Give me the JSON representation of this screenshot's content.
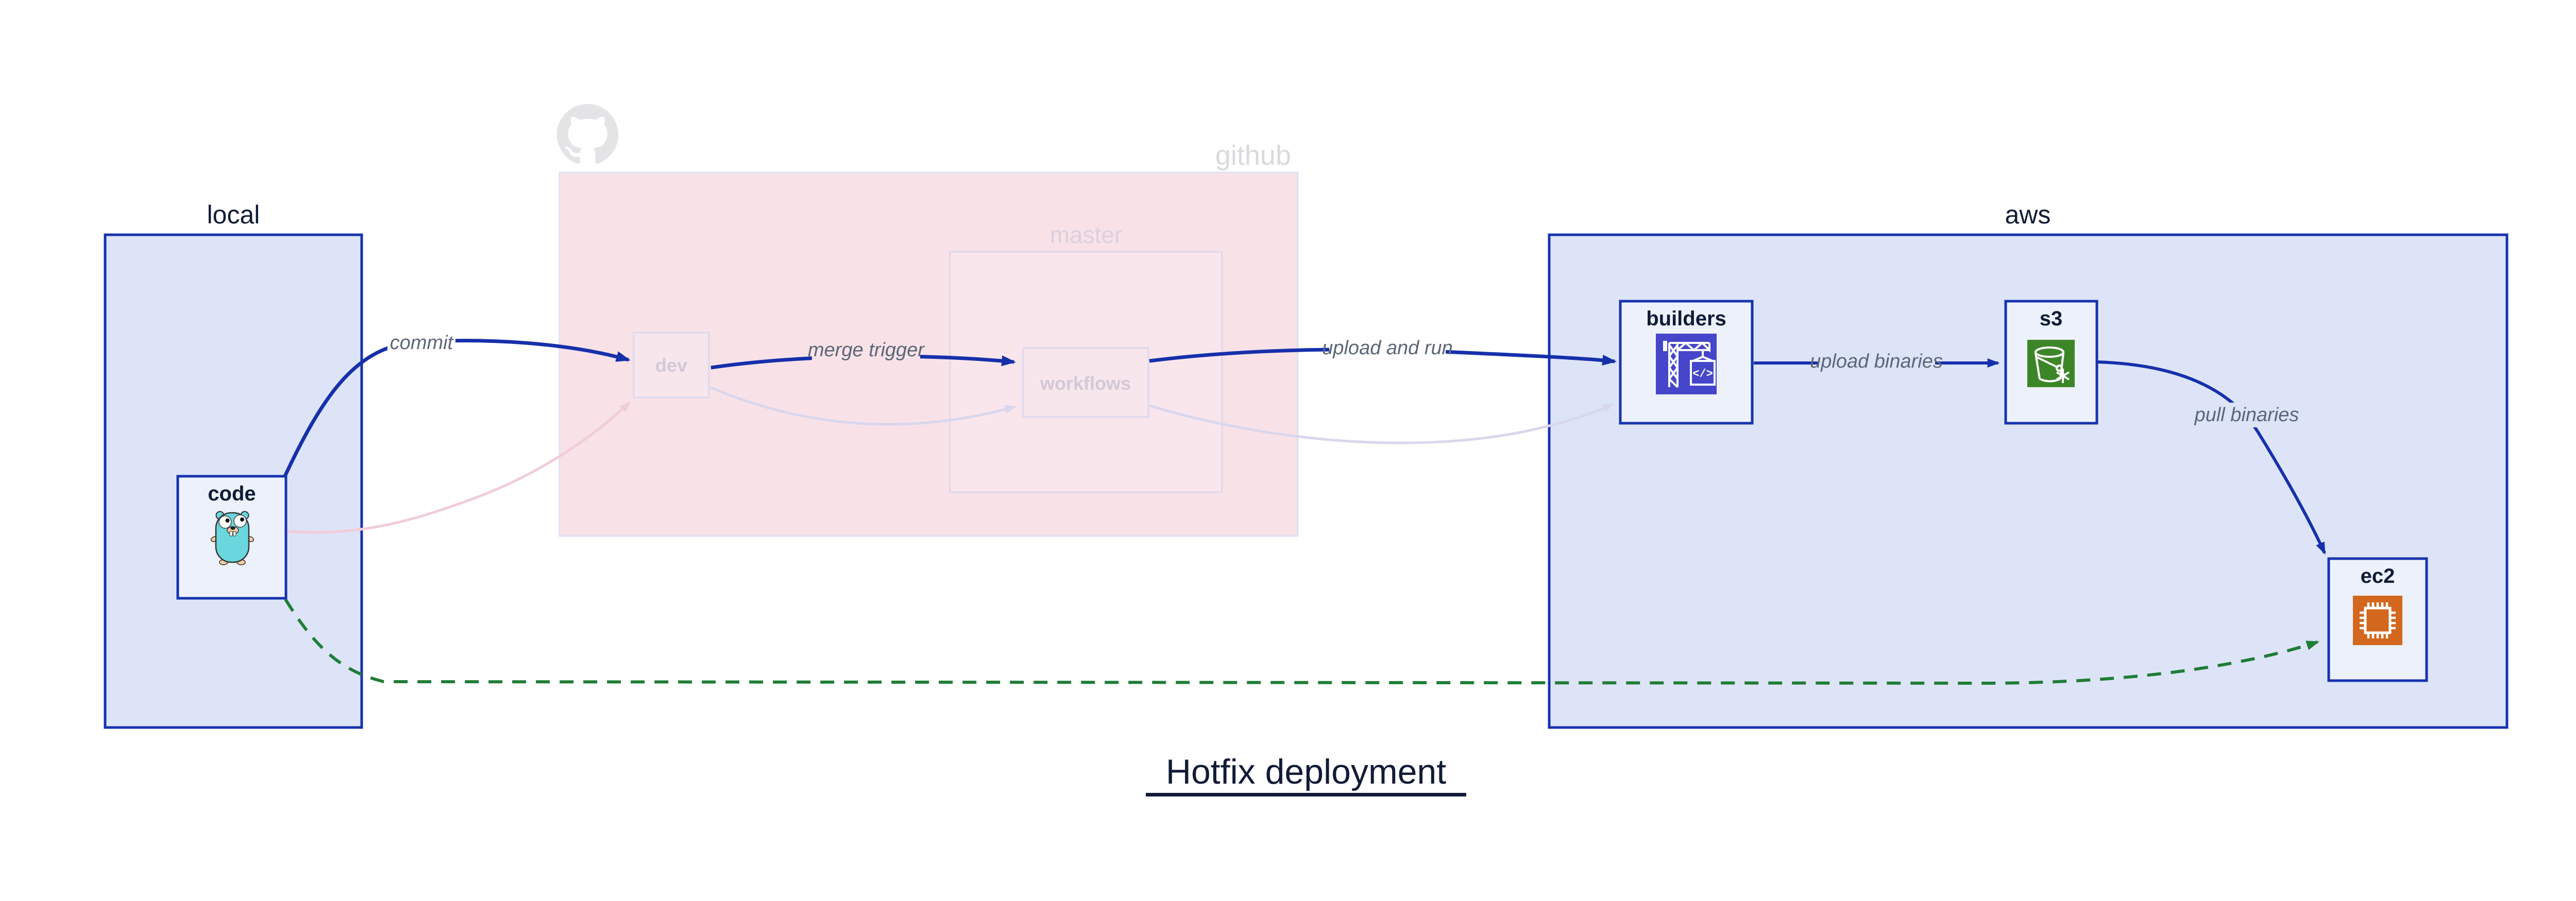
{
  "title": {
    "text": "Hotfix deployment"
  },
  "containers": {
    "local": {
      "label": "local"
    },
    "github": {
      "label": "github",
      "icon": "github-octocat-icon"
    },
    "master": {
      "label": "master"
    },
    "aws": {
      "label": "aws"
    }
  },
  "nodes": {
    "code": {
      "label": "code",
      "icon": "go-gopher-icon"
    },
    "dev": {
      "label": "dev"
    },
    "workflows": {
      "label": "workflows"
    },
    "builders": {
      "label": "builders",
      "icon": "codebuild-crane-icon"
    },
    "s3": {
      "label": "s3",
      "icon": "s3-bucket-icon"
    },
    "ec2": {
      "label": "ec2",
      "icon": "ec2-chip-icon"
    }
  },
  "edges": [
    {
      "id": "commit",
      "from": "code",
      "to": "dev",
      "label": "commit",
      "style": "bold-blue"
    },
    {
      "id": "merge-trigger",
      "from": "dev",
      "to": "workflows",
      "label": "merge trigger",
      "style": "bold-blue"
    },
    {
      "id": "upload-and-run",
      "from": "workflows",
      "to": "builders",
      "label": "upload and run",
      "style": "bold-blue"
    },
    {
      "id": "upload-binaries",
      "from": "builders",
      "to": "s3",
      "label": "upload binaries",
      "style": "bold-blue"
    },
    {
      "id": "pull-binaries",
      "from": "s3",
      "to": "ec2",
      "label": "pull binaries",
      "style": "bold-blue"
    },
    {
      "id": "hotfix-direct",
      "from": "code",
      "to": "ec2",
      "label": "",
      "style": "dashed-green"
    },
    {
      "id": "faded-commit",
      "from": "code",
      "to": "dev",
      "label": "",
      "style": "faded-pink"
    },
    {
      "id": "faded-merge",
      "from": "dev",
      "to": "workflows",
      "label": "",
      "style": "faded-lavender"
    },
    {
      "id": "faded-run",
      "from": "workflows",
      "to": "builders",
      "label": "",
      "style": "faded-lavender"
    }
  ],
  "colors": {
    "arrow_blue": "#1630ab",
    "arrow_green": "#1f7d36",
    "arrow_faded_pink": "#f2ccd8",
    "arrow_faded_lavender": "#d8d7ee",
    "container_blue_fill": "#dde4f8",
    "container_blue_border": "#1733ae",
    "container_pink_fill": "#f8e2e8",
    "node_fill": "#edf1fb",
    "node_text": "#101b36",
    "faded_text": "#d2c8d6",
    "edge_label_text": "#5c6776",
    "github_gray": "#dcdce0",
    "codebuild_purple": "#4646ca",
    "s3_green": "#3d8627",
    "ec2_orange": "#d2671d",
    "gopher_teal": "#69d7dd"
  }
}
